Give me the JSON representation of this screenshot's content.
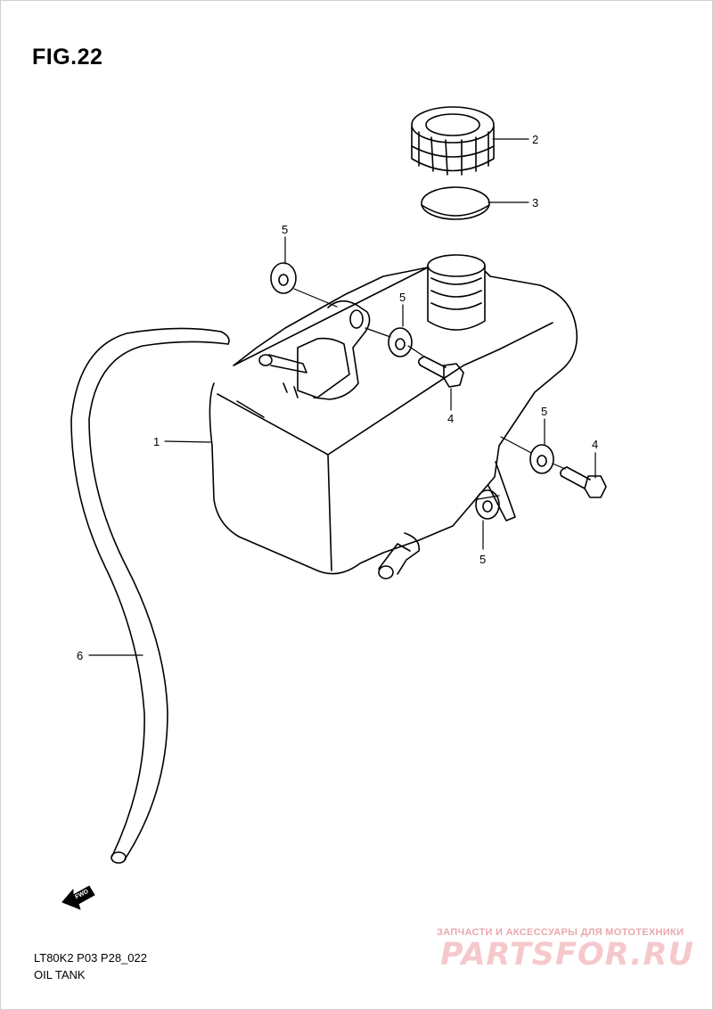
{
  "figure": {
    "title": "FIG.22",
    "code": "LT80K2 P03 P28_022",
    "name": "OIL TANK"
  },
  "callouts": [
    {
      "id": "c1",
      "label": "1"
    },
    {
      "id": "c2",
      "label": "2"
    },
    {
      "id": "c3",
      "label": "3"
    },
    {
      "id": "c4a",
      "label": "4"
    },
    {
      "id": "c4b",
      "label": "4"
    },
    {
      "id": "c5a",
      "label": "5"
    },
    {
      "id": "c5b",
      "label": "5"
    },
    {
      "id": "c5c",
      "label": "5"
    },
    {
      "id": "c5d",
      "label": "5"
    },
    {
      "id": "c6",
      "label": "6"
    }
  ],
  "direction_marker": "FWD",
  "watermark": {
    "caption": "ЗАПЧАСТИ И АКСЕССУАРЫ ДЛЯ МОТОТЕХНИКИ",
    "logo": "PARTSFOR.RU",
    "color": "#f5c9cc"
  }
}
